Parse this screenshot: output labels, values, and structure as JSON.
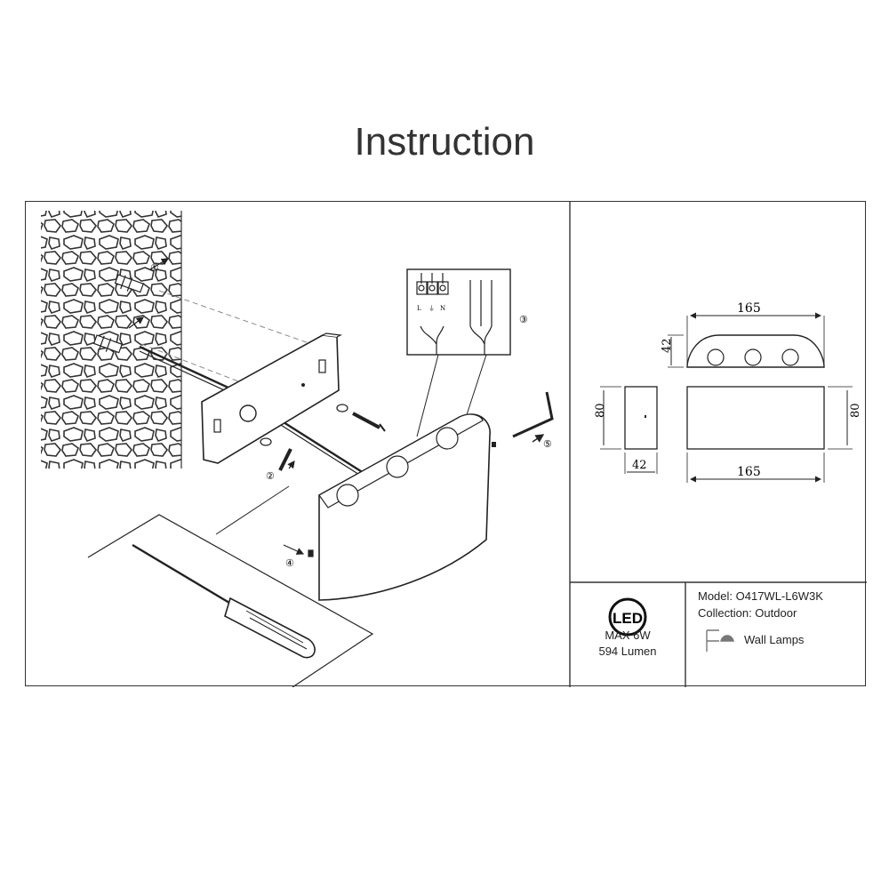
{
  "title": "Instruction",
  "steps": [
    "①",
    "②",
    "③",
    "④",
    "⑤"
  ],
  "terminals": [
    "L",
    "⏚",
    "N"
  ],
  "dimensions": {
    "top_width": "165",
    "top_depth": "42",
    "side_height": "80",
    "side_depth": "42",
    "front_height": "80",
    "front_width": "165"
  },
  "badge": {
    "logo": "LED",
    "power": "MAX 6W",
    "lumen": "594 Lumen"
  },
  "info": {
    "model": "Model: O417WL-L6W3K",
    "collection": "Collection: Outdoor",
    "category": "Wall Lamps"
  }
}
